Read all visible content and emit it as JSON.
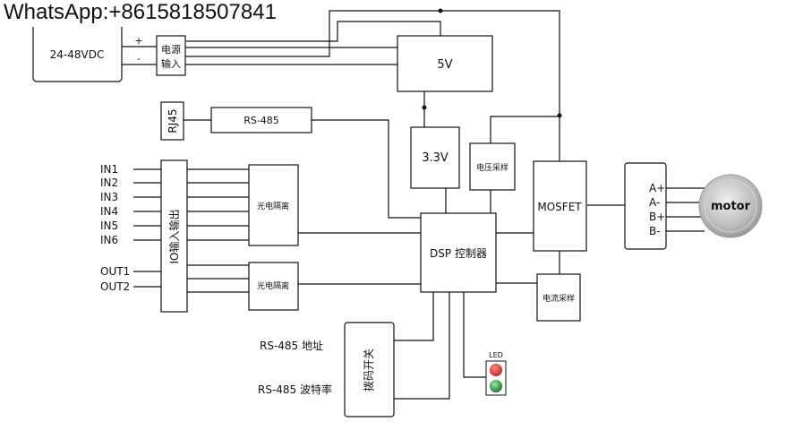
{
  "watermark": "WhatsApp:+8615818507841",
  "power_supply": {
    "label": "24-48VDC",
    "plus": "+",
    "minus": "-"
  },
  "power_input": {
    "line1": "电源",
    "line2": "输入"
  },
  "reg_5v": "5V",
  "reg_3v3": "3.3V",
  "rj45": "RJ45",
  "rs485_block": "RS-485",
  "io_block": "IO输入输出",
  "inputs": [
    "IN1",
    "IN2",
    "IN3",
    "IN4",
    "IN5",
    "IN6"
  ],
  "outputs": [
    "OUT1",
    "OUT2"
  ],
  "opto_top": "光电隔离",
  "opto_bottom": "光电隔离",
  "dsp": "DSP 控制器",
  "voltage_sample": "电压采样",
  "mosfet": "MOSFET",
  "current_sample": "电流采样",
  "motor_terminals": [
    "A+",
    "A-",
    "B+",
    "B-"
  ],
  "motor": "motor",
  "dip_switch": "拨码开关",
  "rs485_address": "RS-485 地址",
  "rs485_baud": "RS-485 波特率",
  "led": {
    "label": "LED",
    "colors": [
      "#e53935",
      "#2e9e3e"
    ]
  }
}
